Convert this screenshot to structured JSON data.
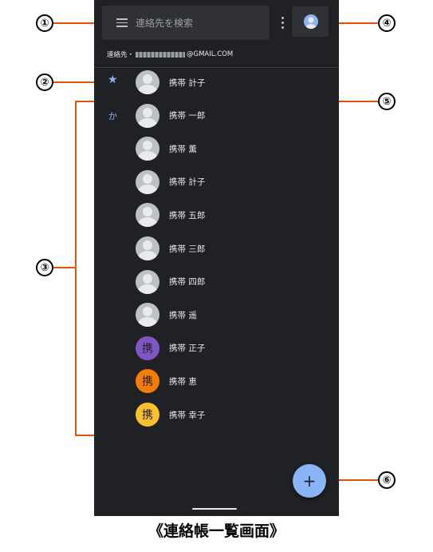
{
  "search": {
    "placeholder": "連絡先を検索"
  },
  "account": {
    "prefix": "連絡先・",
    "suffix": "@GMAIL.COM"
  },
  "sections": {
    "favorites_icon": "star-icon",
    "first_letter": "か"
  },
  "contacts": [
    {
      "name": "携帯 計子",
      "avatar": "photo"
    },
    {
      "name": "携帯 一郎",
      "avatar": "photo"
    },
    {
      "name": "携帯 薫",
      "avatar": "photo"
    },
    {
      "name": "携帯 計子",
      "avatar": "photo"
    },
    {
      "name": "携帯 五郎",
      "avatar": "photo"
    },
    {
      "name": "携帯 三郎",
      "avatar": "photo"
    },
    {
      "name": "携帯 四郎",
      "avatar": "photo"
    },
    {
      "name": "携帯 遥",
      "avatar": "photo"
    },
    {
      "name": "携帯 正子",
      "avatar": "letter",
      "letter": "携",
      "color": "#7e57c2"
    },
    {
      "name": "携帯 恵",
      "avatar": "letter",
      "letter": "携",
      "color": "#f57c00"
    },
    {
      "name": "携帯 幸子",
      "avatar": "letter",
      "letter": "携",
      "color": "#fbc02d"
    }
  ],
  "fab": {
    "symbol": "+"
  },
  "callouts": [
    "①",
    "②",
    "③",
    "④",
    "⑤",
    "⑥"
  ],
  "caption": "《連絡帳一覧画面》",
  "colors": {
    "background": "#202124",
    "accent": "#8ab4f8",
    "callout_line": "#e35205"
  }
}
